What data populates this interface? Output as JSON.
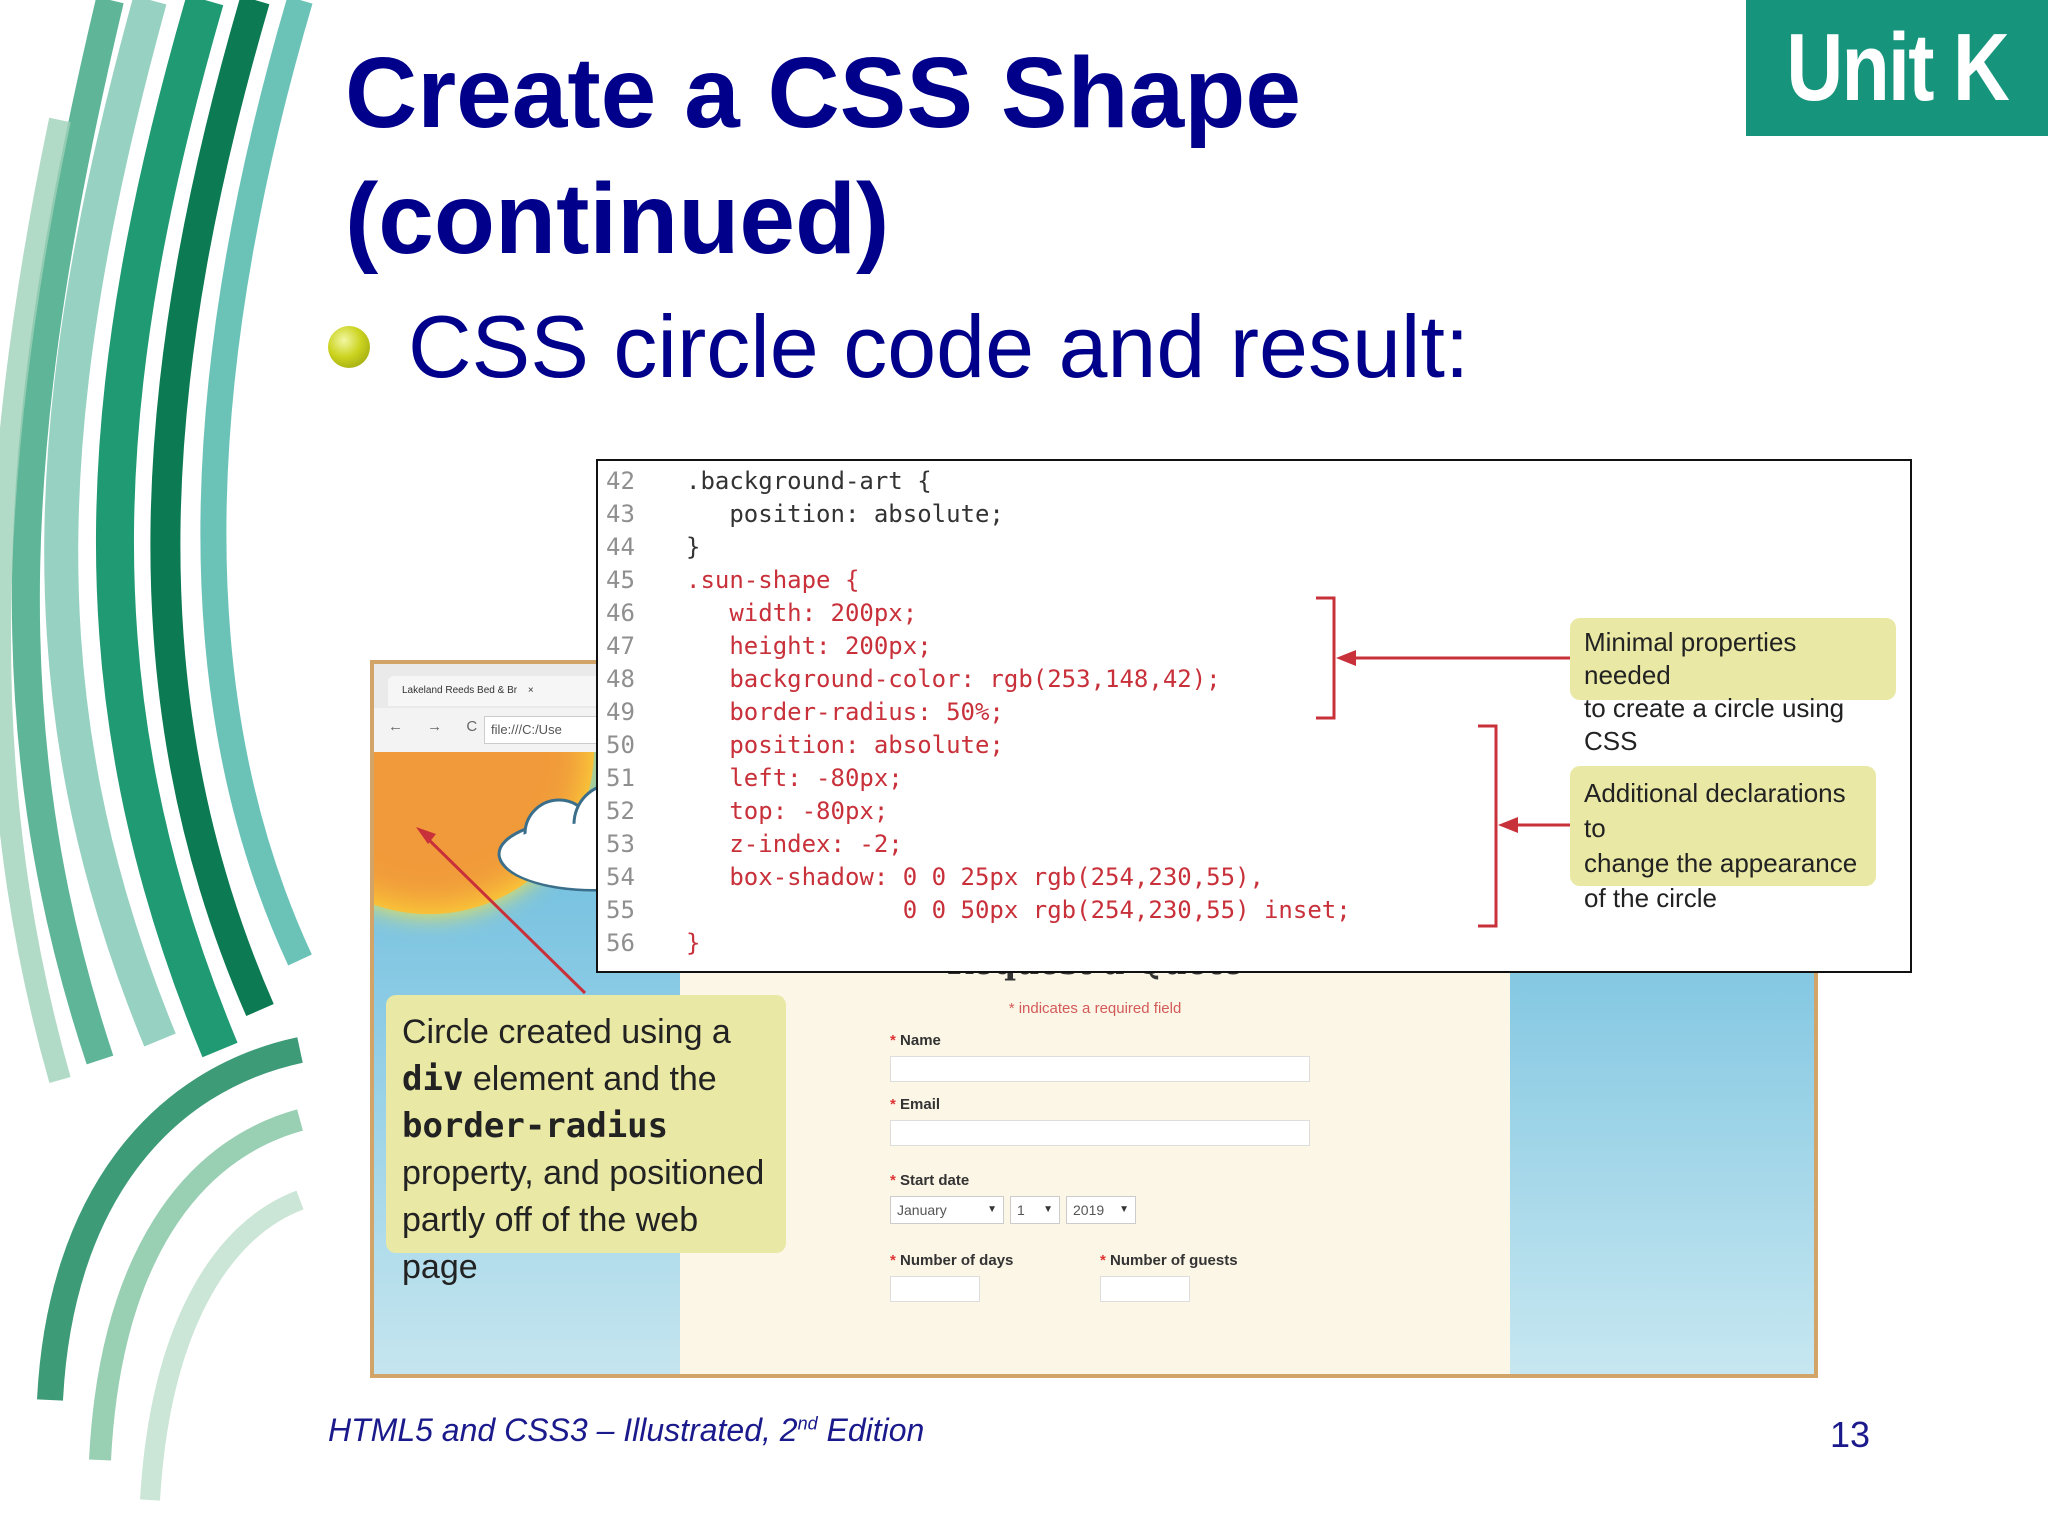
{
  "slide": {
    "unit_badge": "Unit K",
    "title": "Create a CSS Shape (continued)",
    "bullet": "CSS circle code and result:",
    "footer": {
      "book_part1": "HTML5 and CSS3 – Illustrated, 2",
      "book_sup": "nd",
      "book_part2": " Edition",
      "page_number": "13"
    }
  },
  "code": {
    "lines": [
      {
        "num": "42",
        "text": ".background-art {",
        "highlight": false
      },
      {
        "num": "43",
        "text": "   position: absolute;",
        "highlight": false
      },
      {
        "num": "44",
        "text": "}",
        "highlight": false
      },
      {
        "num": "45",
        "text": ".sun-shape {",
        "highlight": true
      },
      {
        "num": "46",
        "text": "   width: 200px;",
        "highlight": true
      },
      {
        "num": "47",
        "text": "   height: 200px;",
        "highlight": true
      },
      {
        "num": "48",
        "text": "   background-color: rgb(253,148,42);",
        "highlight": true
      },
      {
        "num": "49",
        "text": "   border-radius: 50%;",
        "highlight": true
      },
      {
        "num": "50",
        "text": "   position: absolute;",
        "highlight": true
      },
      {
        "num": "51",
        "text": "   left: -80px;",
        "highlight": true
      },
      {
        "num": "52",
        "text": "   top: -80px;",
        "highlight": true
      },
      {
        "num": "53",
        "text": "   z-index: -2;",
        "highlight": true
      },
      {
        "num": "54",
        "text": "   box-shadow: 0 0 25px rgb(254,230,55),",
        "highlight": true
      },
      {
        "num": "55",
        "text": "               0 0 50px rgb(254,230,55) inset;",
        "highlight": true
      },
      {
        "num": "56",
        "text": "}",
        "highlight": true
      }
    ],
    "colors": {
      "normal": "#333333",
      "highlight": "#c8303a",
      "line_number": "#8f8f8f"
    }
  },
  "callouts": {
    "minimal": {
      "line1": "Minimal properties needed",
      "line2": "to create a circle using CSS"
    },
    "additional": {
      "line1": "Additional declarations to",
      "line2": "change the appearance",
      "line3": "of the circle"
    },
    "circle": {
      "line1": "Circle created using a",
      "line2_code": "div",
      "line2_text": " element and the",
      "line3_code": "border-radius",
      "line4": "property, and positioned",
      "line5": "partly off of the web page"
    }
  },
  "browser": {
    "tab_title": "Lakeland Reeds Bed & Br",
    "tab_close": "×",
    "nav_icons": "← → C",
    "url": "file:///C:/Use",
    "form": {
      "title": "Request a Quote",
      "required_note": "* indicates a required field",
      "name_label": "Name",
      "email_label": "Email",
      "start_date_label": "Start date",
      "month_value": "January",
      "day_value": "1",
      "year_value": "2019",
      "days_label": "Number of days",
      "guests_label": "Number of guests",
      "required_marker": "*"
    }
  },
  "theme": {
    "title_color": "#00008b",
    "badge_color": "#17957c",
    "callout_color": "#e9e8a5",
    "arrow_color": "#c8303a"
  }
}
